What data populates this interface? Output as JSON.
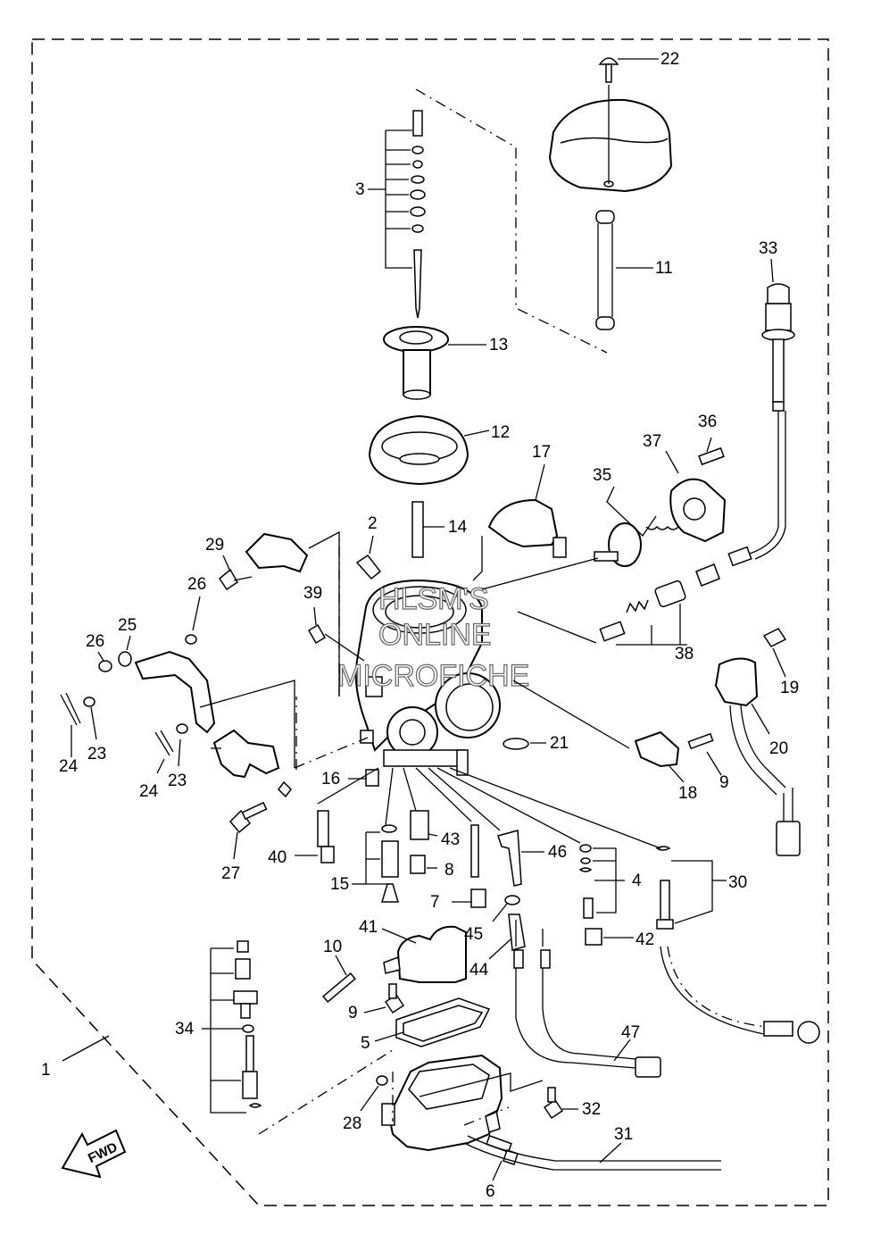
{
  "watermark": {
    "line1": "HLSM'S",
    "line2": "ONLINE",
    "line3": "MICROFICHE"
  },
  "fwd_label": "FWD",
  "callouts": {
    "c1": "1",
    "c2": "2",
    "c3": "3",
    "c4": "4",
    "c5": "5",
    "c6": "6",
    "c7": "7",
    "c8": "8",
    "c9a": "9",
    "c9b": "9",
    "c10": "10",
    "c11": "11",
    "c12": "12",
    "c13": "13",
    "c14": "14",
    "c15": "15",
    "c16": "16",
    "c17": "17",
    "c18": "18",
    "c19": "19",
    "c20": "20",
    "c21": "21",
    "c22": "22",
    "c23a": "23",
    "c23b": "23",
    "c24a": "24",
    "c24b": "24",
    "c25": "25",
    "c26a": "26",
    "c26b": "26",
    "c27": "27",
    "c28": "28",
    "c29": "29",
    "c30": "30",
    "c31": "31",
    "c32": "32",
    "c33": "33",
    "c34": "34",
    "c35": "35",
    "c36": "36",
    "c37": "37",
    "c38": "38",
    "c39": "39",
    "c40": "40",
    "c41": "41",
    "c42": "42",
    "c43": "43",
    "c44": "44",
    "c45": "45",
    "c46": "46",
    "c47": "47"
  }
}
